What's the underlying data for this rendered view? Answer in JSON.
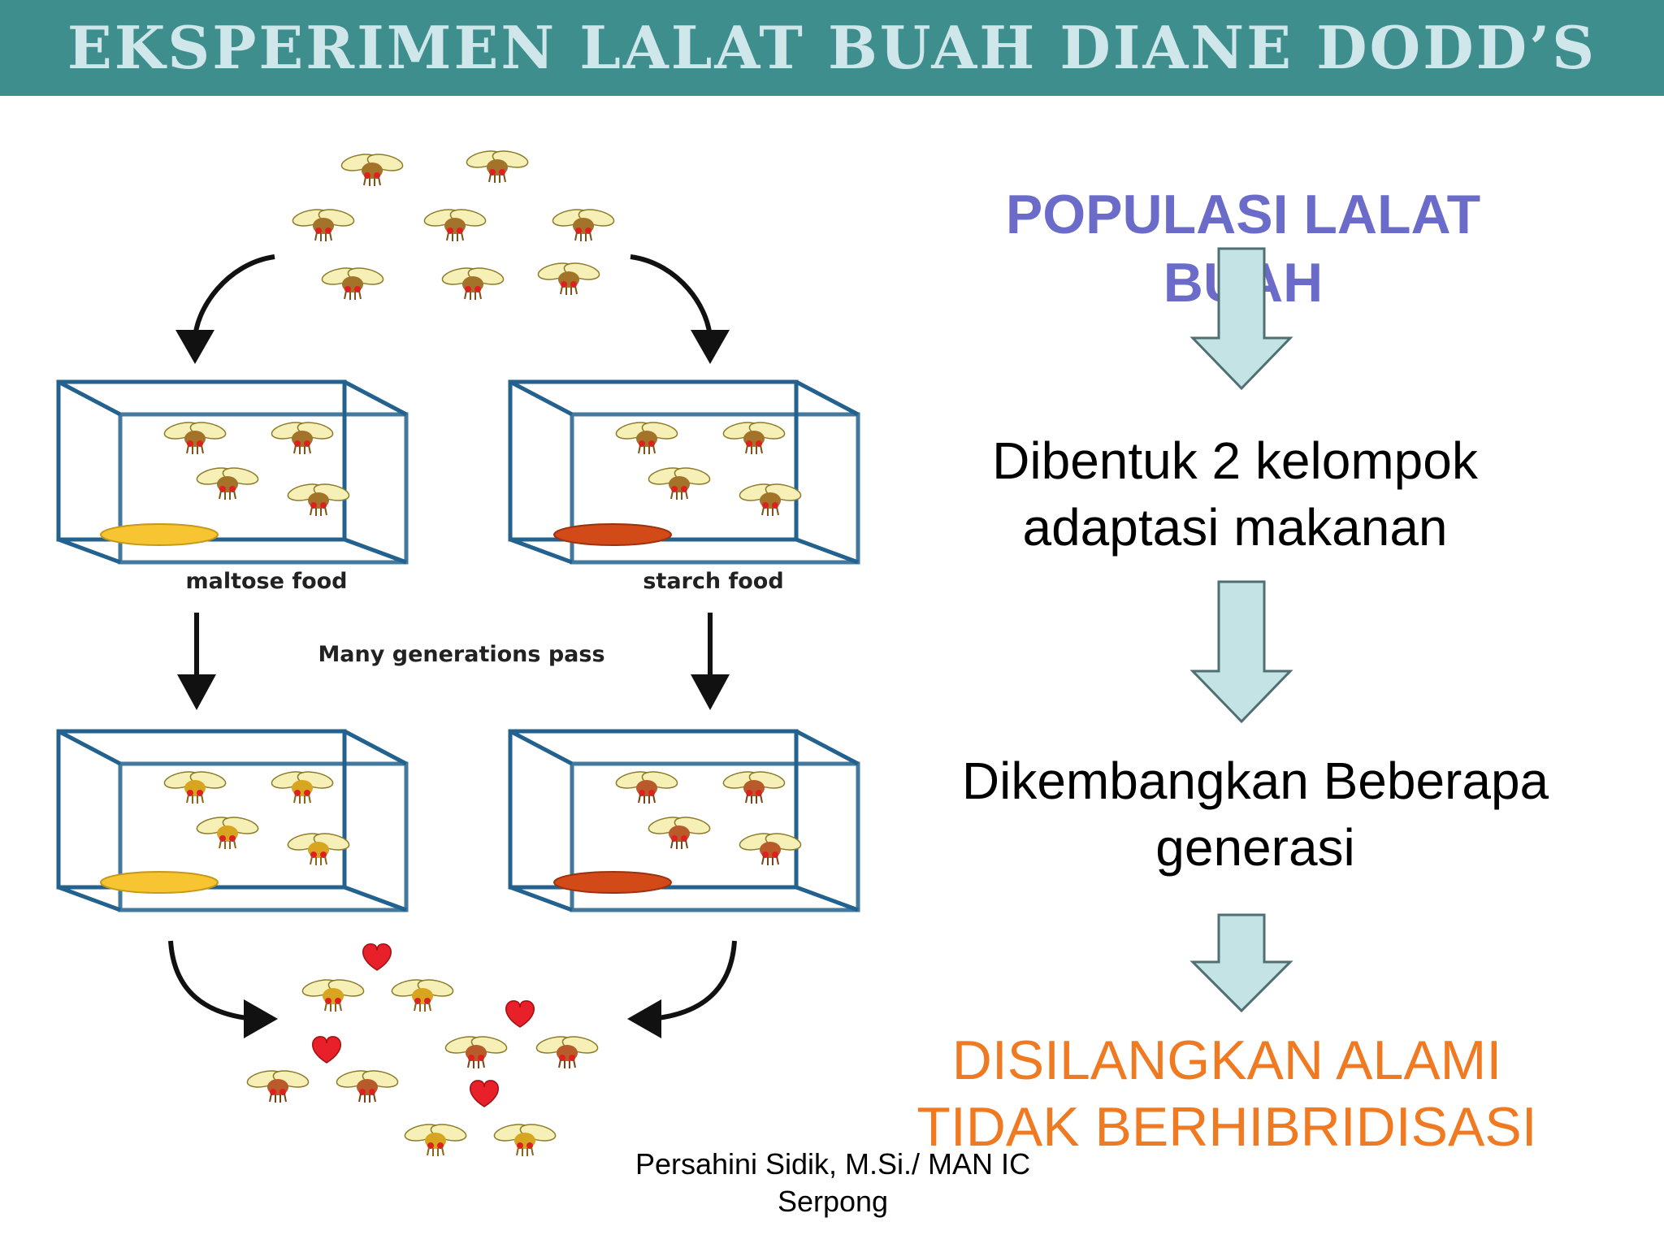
{
  "slide": {
    "title": "EKSPERIMEN LALAT BUAH DIANE DODD’S"
  },
  "diagram": {
    "left_tank_label": "maltose food",
    "right_tank_label": "starch food",
    "middle_label": "Many generations pass"
  },
  "flow": {
    "population_title": "POPULASI LALAT BUAH",
    "step1": "Dibentuk 2 kelompok adaptasi makanan",
    "step2": "Dikembangkan Beberapa generasi",
    "result": "DISILANGKAN ALAMI TIDAK BERHIBRIDISASI"
  },
  "footer": {
    "credit": "Persahini Sidik, M.Si./ MAN IC Serpong"
  },
  "colors": {
    "title_bar": "#3f8e8e",
    "title_text": "#cfe7ea",
    "population_title": "#6b6bc9",
    "result_text": "#f07a22",
    "flow_arrow": "#c4e3e5",
    "maltose_food": "#f7c531",
    "starch_food": "#d24a18",
    "tank_edge": "#23628e"
  }
}
